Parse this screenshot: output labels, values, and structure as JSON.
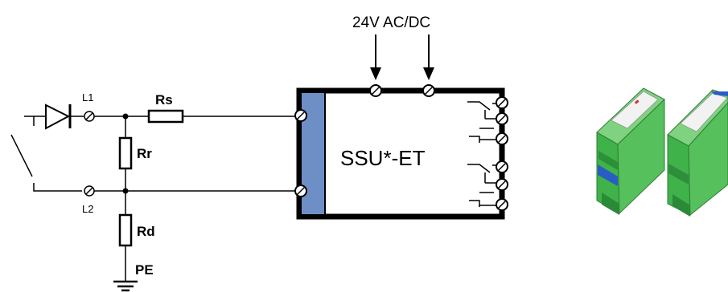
{
  "supply_label": "24V AC/DC",
  "device_label": "SSU*-ET",
  "terminals": {
    "l1": "L1",
    "l2": "L2"
  },
  "resistors": {
    "rs": "Rs",
    "rr": "Rr",
    "rd": "Rd"
  },
  "ground_label": "PE",
  "colors": {
    "input_panel": "#6e8fc6",
    "module_green": "#3fb24a",
    "wire": "#000000"
  }
}
